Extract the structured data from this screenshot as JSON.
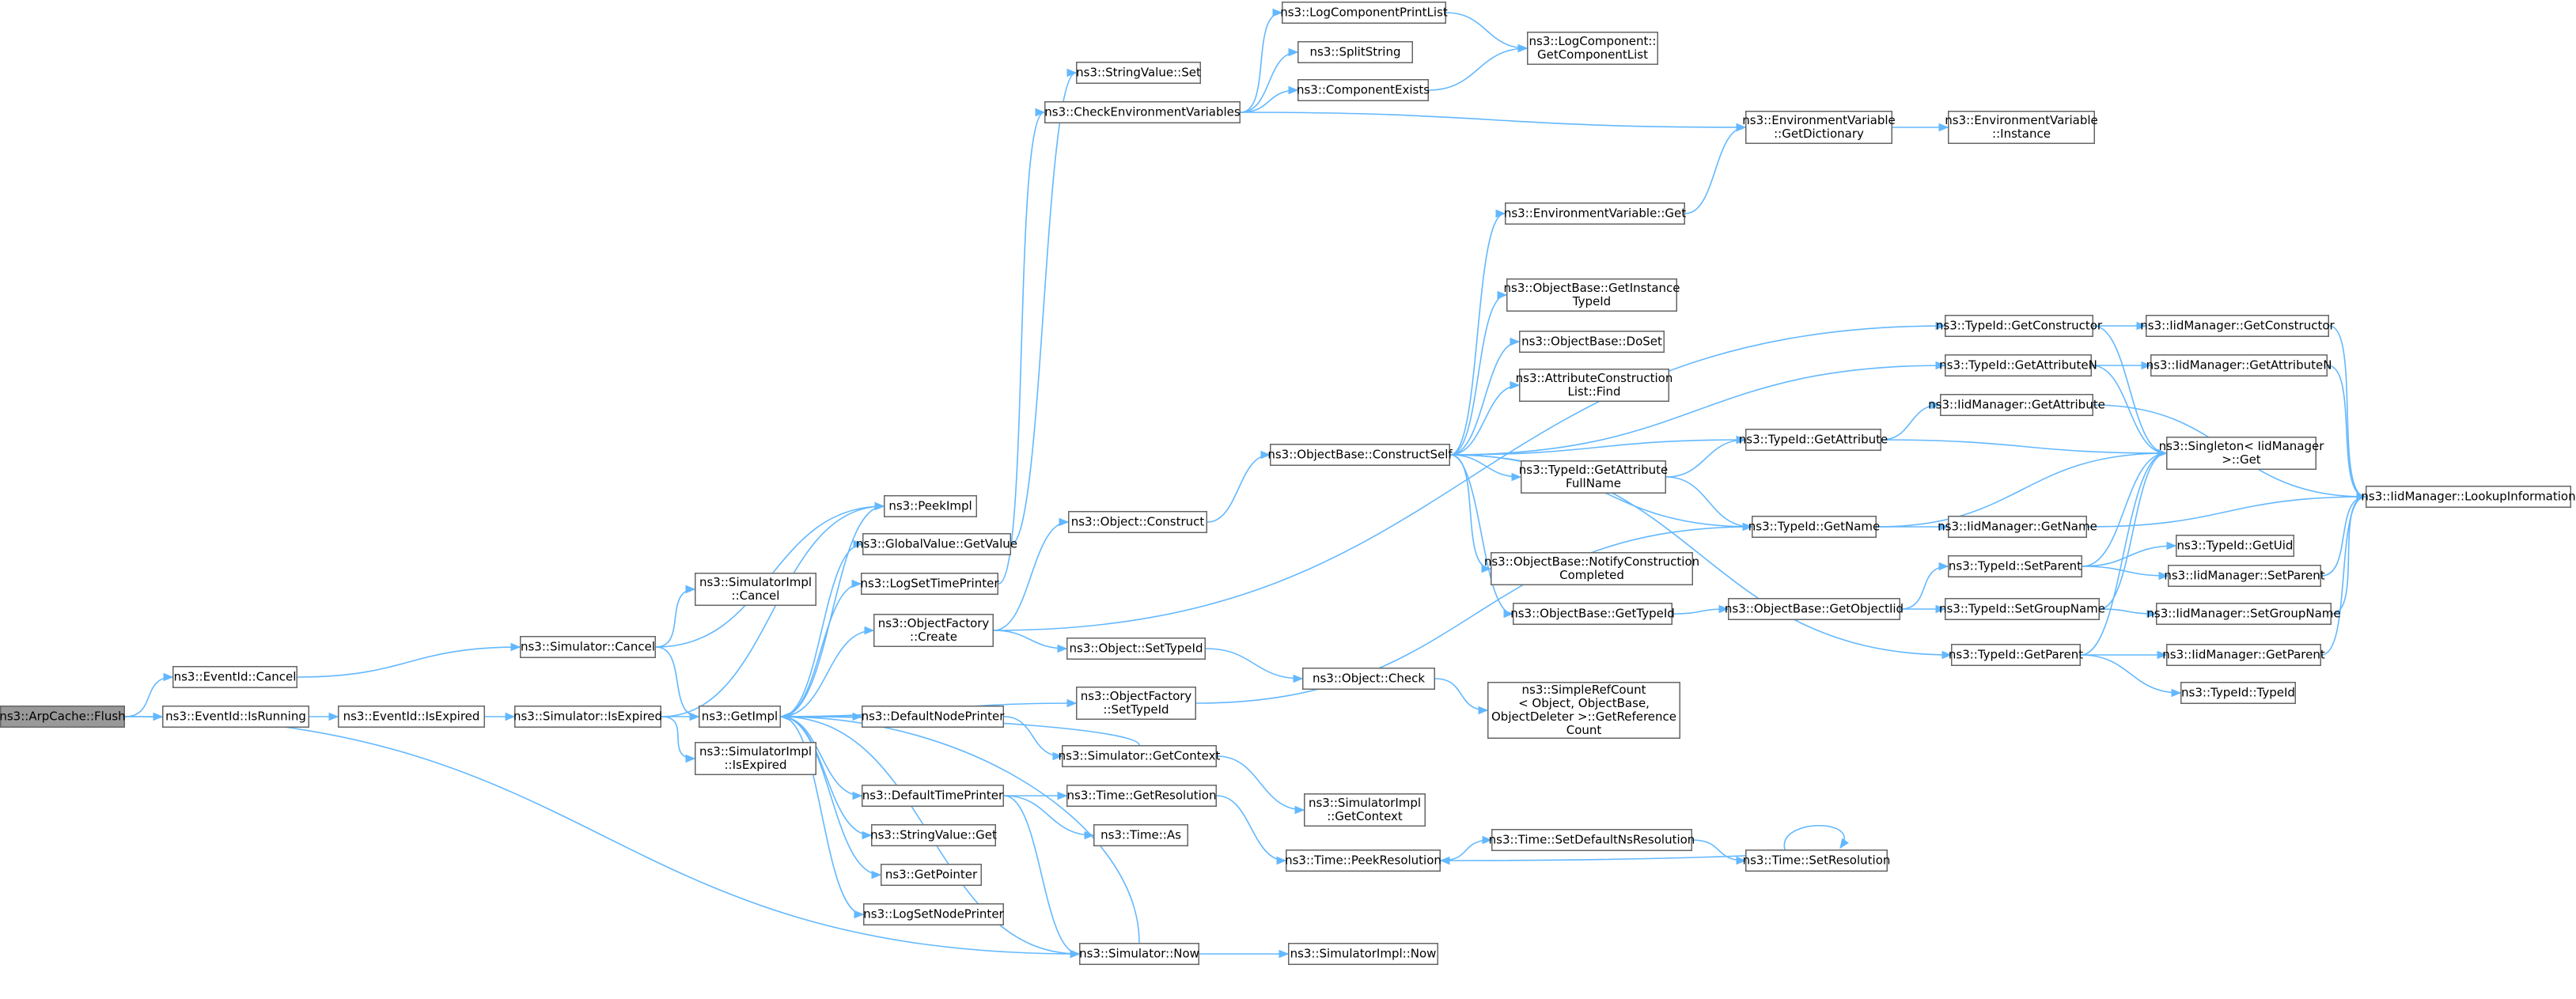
{
  "graph": {
    "root": "flush",
    "nodes": [
      {
        "id": "flush",
        "lines": [
          "ns3::ArpCache::Flush"
        ],
        "root": true
      },
      {
        "id": "eid_cancel",
        "lines": [
          "ns3::EventId::Cancel"
        ]
      },
      {
        "id": "eid_isrunning",
        "lines": [
          "ns3::EventId::IsRunning"
        ]
      },
      {
        "id": "eid_isexpired",
        "lines": [
          "ns3::EventId::IsExpired"
        ]
      },
      {
        "id": "sim_cancel",
        "lines": [
          "ns3::Simulator::Cancel"
        ]
      },
      {
        "id": "simimpl_cancel",
        "lines": [
          "ns3::SimulatorImpl",
          "::Cancel"
        ]
      },
      {
        "id": "sim_isexpired",
        "lines": [
          "ns3::Simulator::IsExpired"
        ]
      },
      {
        "id": "simimpl_isexpired",
        "lines": [
          "ns3::SimulatorImpl",
          "::IsExpired"
        ]
      },
      {
        "id": "getimpl",
        "lines": [
          "ns3::GetImpl"
        ]
      },
      {
        "id": "peekimpl",
        "lines": [
          "ns3::PeekImpl"
        ]
      },
      {
        "id": "gv_getvalue",
        "lines": [
          "ns3::GlobalValue::GetValue"
        ]
      },
      {
        "id": "logsettimeprinter",
        "lines": [
          "ns3::LogSetTimePrinter"
        ]
      },
      {
        "id": "objfactory_create",
        "lines": [
          "ns3::ObjectFactory",
          "::Create"
        ]
      },
      {
        "id": "defaultnodeprinter",
        "lines": [
          "ns3::DefaultNodePrinter"
        ]
      },
      {
        "id": "defaulttimeprinter",
        "lines": [
          "ns3::DefaultTimePrinter"
        ]
      },
      {
        "id": "stringvalue_get",
        "lines": [
          "ns3::StringValue::Get"
        ]
      },
      {
        "id": "getpointer",
        "lines": [
          "ns3::GetPointer"
        ]
      },
      {
        "id": "logsetnodeprinter",
        "lines": [
          "ns3::LogSetNodePrinter"
        ]
      },
      {
        "id": "stringvalue_set",
        "lines": [
          "ns3::StringValue::Set"
        ]
      },
      {
        "id": "checkenv",
        "lines": [
          "ns3::CheckEnvironmentVariables"
        ]
      },
      {
        "id": "obj_construct",
        "lines": [
          "ns3::Object::Construct"
        ]
      },
      {
        "id": "obj_settypeid",
        "lines": [
          "ns3::Object::SetTypeId"
        ]
      },
      {
        "id": "objfactory_settypeid",
        "lines": [
          "ns3::ObjectFactory",
          "::SetTypeId"
        ]
      },
      {
        "id": "sim_getcontext",
        "lines": [
          "ns3::Simulator::GetContext"
        ]
      },
      {
        "id": "time_getresolution",
        "lines": [
          "ns3::Time::GetResolution"
        ]
      },
      {
        "id": "time_as",
        "lines": [
          "ns3::Time::As"
        ]
      },
      {
        "id": "sim_now",
        "lines": [
          "ns3::Simulator::Now"
        ]
      },
      {
        "id": "logcomplist",
        "lines": [
          "ns3::LogComponentPrintList"
        ]
      },
      {
        "id": "splitstring",
        "lines": [
          "ns3::SplitString"
        ]
      },
      {
        "id": "compexists",
        "lines": [
          "ns3::ComponentExists"
        ]
      },
      {
        "id": "logcomp_getlist",
        "lines": [
          "ns3::LogComponent::",
          "GetComponentList"
        ]
      },
      {
        "id": "obj_check",
        "lines": [
          "ns3::Object::Check"
        ]
      },
      {
        "id": "objbase_constructself",
        "lines": [
          "ns3::ObjectBase::ConstructSelf"
        ]
      },
      {
        "id": "simimpl_getcontext",
        "lines": [
          "ns3::SimulatorImpl",
          "::GetContext"
        ]
      },
      {
        "id": "time_peekresolution",
        "lines": [
          "ns3::Time::PeekResolution"
        ]
      },
      {
        "id": "simimpl_now",
        "lines": [
          "ns3::SimulatorImpl::Now"
        ]
      },
      {
        "id": "envvar_get",
        "lines": [
          "ns3::EnvironmentVariable::Get"
        ]
      },
      {
        "id": "objbase_getinstancetypeid",
        "lines": [
          "ns3::ObjectBase::GetInstance",
          "TypeId"
        ]
      },
      {
        "id": "objbase_doset",
        "lines": [
          "ns3::ObjectBase::DoSet"
        ]
      },
      {
        "id": "attrconstr_find",
        "lines": [
          "ns3::AttributeConstruction",
          "List::Find"
        ]
      },
      {
        "id": "typeid_getattrfullname",
        "lines": [
          "ns3::TypeId::GetAttribute",
          "FullName"
        ]
      },
      {
        "id": "objbase_notifyconstr",
        "lines": [
          "ns3::ObjectBase::NotifyConstruction",
          "Completed"
        ]
      },
      {
        "id": "objbase_gettypeid",
        "lines": [
          "ns3::ObjectBase::GetTypeId"
        ]
      },
      {
        "id": "simplerefcount",
        "lines": [
          "ns3::SimpleRefCount",
          "< Object, ObjectBase,",
          "ObjectDeleter >::GetReference",
          "Count"
        ]
      },
      {
        "id": "time_setdefaultns",
        "lines": [
          "ns3::Time::SetDefaultNsResolution"
        ]
      },
      {
        "id": "envvar_getdict",
        "lines": [
          "ns3::EnvironmentVariable",
          "::GetDictionary"
        ]
      },
      {
        "id": "typeid_getattribute",
        "lines": [
          "ns3::TypeId::GetAttribute"
        ]
      },
      {
        "id": "typeid_getname",
        "lines": [
          "ns3::TypeId::GetName"
        ]
      },
      {
        "id": "objbase_getobjectiid",
        "lines": [
          "ns3::ObjectBase::GetObjectIid"
        ]
      },
      {
        "id": "time_setresolution",
        "lines": [
          "ns3::Time::SetResolution"
        ]
      },
      {
        "id": "envvar_instance",
        "lines": [
          "ns3::EnvironmentVariable",
          "::Instance"
        ]
      },
      {
        "id": "typeid_getconstructor",
        "lines": [
          "ns3::TypeId::GetConstructor"
        ]
      },
      {
        "id": "typeid_getattributen",
        "lines": [
          "ns3::TypeId::GetAttributeN"
        ]
      },
      {
        "id": "iidmgr_getattribute",
        "lines": [
          "ns3::IidManager::GetAttribute"
        ]
      },
      {
        "id": "iidmgr_getname",
        "lines": [
          "ns3::IidManager::GetName"
        ]
      },
      {
        "id": "typeid_setparent",
        "lines": [
          "ns3::TypeId::SetParent"
        ]
      },
      {
        "id": "typeid_setgroupname",
        "lines": [
          "ns3::TypeId::SetGroupName"
        ]
      },
      {
        "id": "typeid_getparent",
        "lines": [
          "ns3::TypeId::GetParent"
        ]
      },
      {
        "id": "iidmgr_getconstructor",
        "lines": [
          "ns3::IidManager::GetConstructor"
        ]
      },
      {
        "id": "iidmgr_getattributen",
        "lines": [
          "ns3::IidManager::GetAttributeN"
        ]
      },
      {
        "id": "singleton_get",
        "lines": [
          "ns3::Singleton< IidManager",
          ">::Get"
        ]
      },
      {
        "id": "typeid_getuid",
        "lines": [
          "ns3::TypeId::GetUid"
        ]
      },
      {
        "id": "iidmgr_setparent",
        "lines": [
          "ns3::IidManager::SetParent"
        ]
      },
      {
        "id": "iidmgr_setgroupname",
        "lines": [
          "ns3::IidManager::SetGroupName"
        ]
      },
      {
        "id": "iidmgr_getparent",
        "lines": [
          "ns3::IidManager::GetParent"
        ]
      },
      {
        "id": "typeid_typeid",
        "lines": [
          "ns3::TypeId::TypeId"
        ]
      },
      {
        "id": "iidmgr_lookupinfo",
        "lines": [
          "ns3::IidManager::LookupInformation"
        ]
      }
    ],
    "edges": [
      {
        "from": "flush",
        "to": "eid_cancel"
      },
      {
        "from": "flush",
        "to": "eid_isrunning"
      },
      {
        "from": "flush",
        "to": "sim_now"
      },
      {
        "from": "eid_cancel",
        "to": "sim_cancel"
      },
      {
        "from": "eid_isrunning",
        "to": "eid_isexpired"
      },
      {
        "from": "eid_isexpired",
        "to": "sim_isexpired"
      },
      {
        "from": "sim_cancel",
        "to": "simimpl_cancel"
      },
      {
        "from": "sim_cancel",
        "to": "getimpl"
      },
      {
        "from": "sim_cancel",
        "to": "peekimpl"
      },
      {
        "from": "sim_isexpired",
        "to": "simimpl_isexpired"
      },
      {
        "from": "sim_isexpired",
        "to": "getimpl"
      },
      {
        "from": "sim_isexpired",
        "to": "peekimpl"
      },
      {
        "from": "getimpl",
        "to": "peekimpl"
      },
      {
        "from": "getimpl",
        "to": "gv_getvalue"
      },
      {
        "from": "getimpl",
        "to": "logsettimeprinter"
      },
      {
        "from": "getimpl",
        "to": "objfactory_create"
      },
      {
        "from": "getimpl",
        "to": "objfactory_settypeid"
      },
      {
        "from": "getimpl",
        "to": "defaultnodeprinter"
      },
      {
        "from": "getimpl",
        "to": "defaulttimeprinter"
      },
      {
        "from": "getimpl",
        "to": "stringvalue_get"
      },
      {
        "from": "getimpl",
        "to": "getpointer"
      },
      {
        "from": "getimpl",
        "to": "logsetnodeprinter"
      },
      {
        "from": "getimpl",
        "to": "sim_now"
      },
      {
        "from": "gv_getvalue",
        "to": "stringvalue_set"
      },
      {
        "from": "logsettimeprinter",
        "to": "checkenv"
      },
      {
        "from": "objfactory_create",
        "to": "obj_construct"
      },
      {
        "from": "objfactory_create",
        "to": "obj_settypeid"
      },
      {
        "from": "objfactory_create",
        "to": "typeid_getconstructor"
      },
      {
        "from": "objfactory_settypeid",
        "to": "typeid_getname"
      },
      {
        "from": "defaultnodeprinter",
        "to": "sim_getcontext"
      },
      {
        "from": "defaulttimeprinter",
        "to": "time_getresolution"
      },
      {
        "from": "defaulttimeprinter",
        "to": "time_as"
      },
      {
        "from": "defaulttimeprinter",
        "to": "sim_now"
      },
      {
        "from": "sim_getcontext",
        "to": "getimpl"
      },
      {
        "from": "sim_getcontext",
        "to": "simimpl_getcontext"
      },
      {
        "from": "sim_now",
        "to": "getimpl"
      },
      {
        "from": "sim_now",
        "to": "simimpl_now"
      },
      {
        "from": "time_getresolution",
        "to": "time_peekresolution"
      },
      {
        "from": "checkenv",
        "to": "logcomplist"
      },
      {
        "from": "checkenv",
        "to": "splitstring"
      },
      {
        "from": "checkenv",
        "to": "compexists"
      },
      {
        "from": "checkenv",
        "to": "envvar_getdict"
      },
      {
        "from": "logcomplist",
        "to": "logcomp_getlist"
      },
      {
        "from": "compexists",
        "to": "logcomp_getlist"
      },
      {
        "from": "obj_construct",
        "to": "objbase_constructself"
      },
      {
        "from": "obj_settypeid",
        "to": "obj_check"
      },
      {
        "from": "obj_check",
        "to": "simplerefcount"
      },
      {
        "from": "objbase_constructself",
        "to": "envvar_get"
      },
      {
        "from": "objbase_constructself",
        "to": "objbase_getinstancetypeid"
      },
      {
        "from": "objbase_constructself",
        "to": "objbase_doset"
      },
      {
        "from": "objbase_constructself",
        "to": "attrconstr_find"
      },
      {
        "from": "objbase_constructself",
        "to": "typeid_getattrfullname"
      },
      {
        "from": "objbase_constructself",
        "to": "objbase_notifyconstr"
      },
      {
        "from": "objbase_constructself",
        "to": "objbase_gettypeid"
      },
      {
        "from": "objbase_constructself",
        "to": "typeid_getattribute"
      },
      {
        "from": "objbase_constructself",
        "to": "typeid_getname"
      },
      {
        "from": "objbase_constructself",
        "to": "typeid_getattributen"
      },
      {
        "from": "objbase_constructself",
        "to": "typeid_getparent"
      },
      {
        "from": "envvar_get",
        "to": "envvar_getdict"
      },
      {
        "from": "envvar_getdict",
        "to": "envvar_instance"
      },
      {
        "from": "typeid_getattrfullname",
        "to": "typeid_getattribute"
      },
      {
        "from": "typeid_getattrfullname",
        "to": "typeid_getname"
      },
      {
        "from": "objbase_gettypeid",
        "to": "objbase_getobjectiid"
      },
      {
        "from": "objbase_getobjectiid",
        "to": "typeid_setparent"
      },
      {
        "from": "objbase_getobjectiid",
        "to": "typeid_setgroupname"
      },
      {
        "from": "time_peekresolution",
        "to": "time_setdefaultns"
      },
      {
        "from": "time_setdefaultns",
        "to": "time_setresolution"
      },
      {
        "from": "time_setresolution",
        "to": "time_peekresolution"
      },
      {
        "from": "time_setresolution",
        "to": "time_setresolution"
      },
      {
        "from": "typeid_getconstructor",
        "to": "iidmgr_getconstructor"
      },
      {
        "from": "typeid_getconstructor",
        "to": "singleton_get"
      },
      {
        "from": "typeid_getattributen",
        "to": "iidmgr_getattributen"
      },
      {
        "from": "typeid_getattributen",
        "to": "singleton_get"
      },
      {
        "from": "typeid_getattribute",
        "to": "iidmgr_getattribute"
      },
      {
        "from": "typeid_getattribute",
        "to": "singleton_get"
      },
      {
        "from": "typeid_getname",
        "to": "iidmgr_getname"
      },
      {
        "from": "typeid_getname",
        "to": "singleton_get"
      },
      {
        "from": "typeid_setparent",
        "to": "typeid_getuid"
      },
      {
        "from": "typeid_setparent",
        "to": "iidmgr_setparent"
      },
      {
        "from": "typeid_setparent",
        "to": "singleton_get"
      },
      {
        "from": "typeid_setgroupname",
        "to": "iidmgr_setgroupname"
      },
      {
        "from": "typeid_setgroupname",
        "to": "singleton_get"
      },
      {
        "from": "typeid_getparent",
        "to": "iidmgr_getparent"
      },
      {
        "from": "typeid_getparent",
        "to": "typeid_typeid"
      },
      {
        "from": "typeid_getparent",
        "to": "singleton_get"
      },
      {
        "from": "iidmgr_getconstructor",
        "to": "iidmgr_lookupinfo"
      },
      {
        "from": "iidmgr_getattributen",
        "to": "iidmgr_lookupinfo"
      },
      {
        "from": "iidmgr_getattribute",
        "to": "iidmgr_lookupinfo"
      },
      {
        "from": "iidmgr_getname",
        "to": "iidmgr_lookupinfo"
      },
      {
        "from": "iidmgr_setparent",
        "to": "iidmgr_lookupinfo"
      },
      {
        "from": "iidmgr_setgroupname",
        "to": "iidmgr_lookupinfo"
      },
      {
        "from": "iidmgr_getparent",
        "to": "iidmgr_lookupinfo"
      }
    ]
  },
  "colors": {
    "edge": "#63b8ff",
    "node_border": "#666666",
    "root_fill": "#999999",
    "node_fill": "#ffffff"
  }
}
